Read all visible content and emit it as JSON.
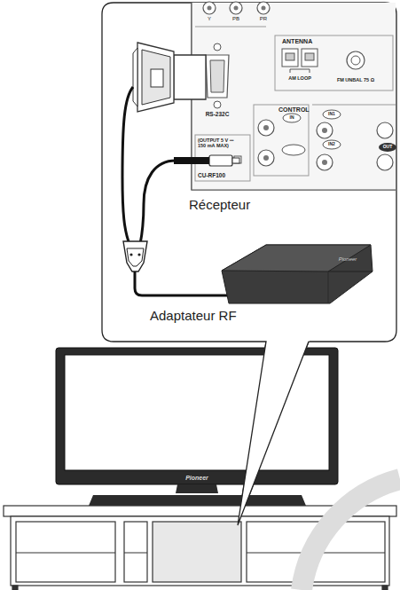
{
  "diagram": {
    "labels": [
      "Y",
      "PB",
      "PR",
      "ANTENNA",
      "AM LOOP",
      "FM UNBAL 75 Ω",
      "RS-232C",
      "CONTROL",
      "IN",
      "OUT",
      "IN1",
      "IN2",
      "OUT",
      "(OUTPUT 5 V ⎓ 150 mA MAX)",
      "CU-RF100",
      "Récepteur",
      "Adaptateur RF",
      "Pioneer",
      "Pioneer"
    ]
  }
}
